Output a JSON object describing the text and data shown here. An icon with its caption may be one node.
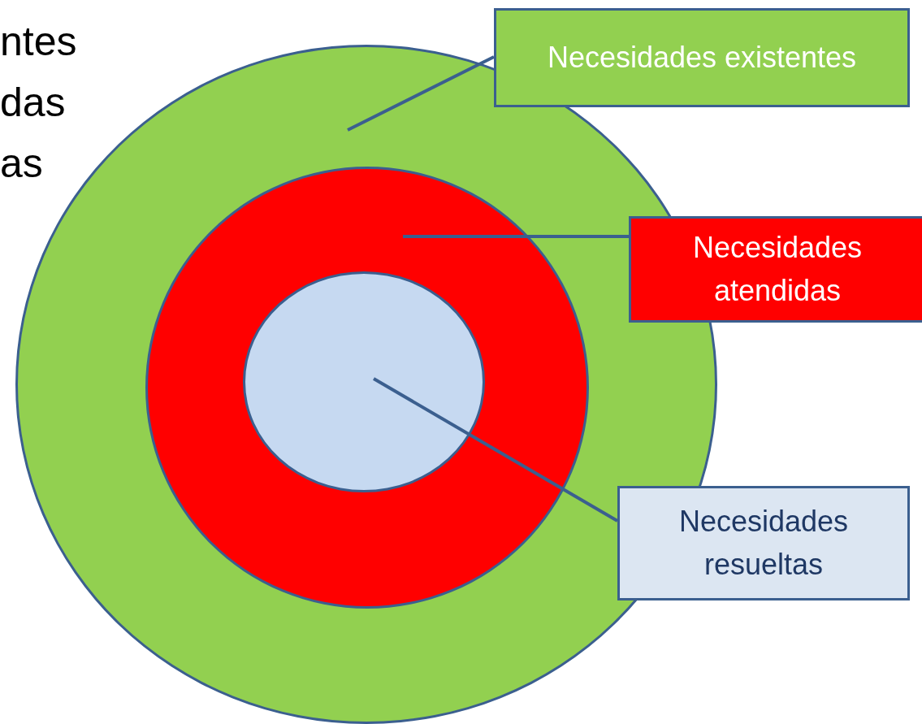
{
  "diagram": {
    "nodes": [
      {
        "text": [],
        "shape": "circle"
      },
      {
        "text": [],
        "shape": "circle",
        "in": 0
      },
      {
        "text": [],
        "shape": "circle",
        "in": 1
      },
      {
        "text": [
          "Necesidades existentes"
        ]
      },
      {
        "text": [
          "Necesidades atendidas"
        ]
      },
      {
        "text": [
          "Necesidades resueltas"
        ]
      }
    ],
    "edges": [
      {
        "from": 3,
        "to": 0,
        "arrow": "none"
      },
      {
        "from": 4,
        "to": 1,
        "arrow": "none"
      },
      {
        "from": 5,
        "to": 2,
        "arrow": "none"
      }
    ],
    "labels": [
      "ntes",
      "das",
      "as"
    ]
  }
}
